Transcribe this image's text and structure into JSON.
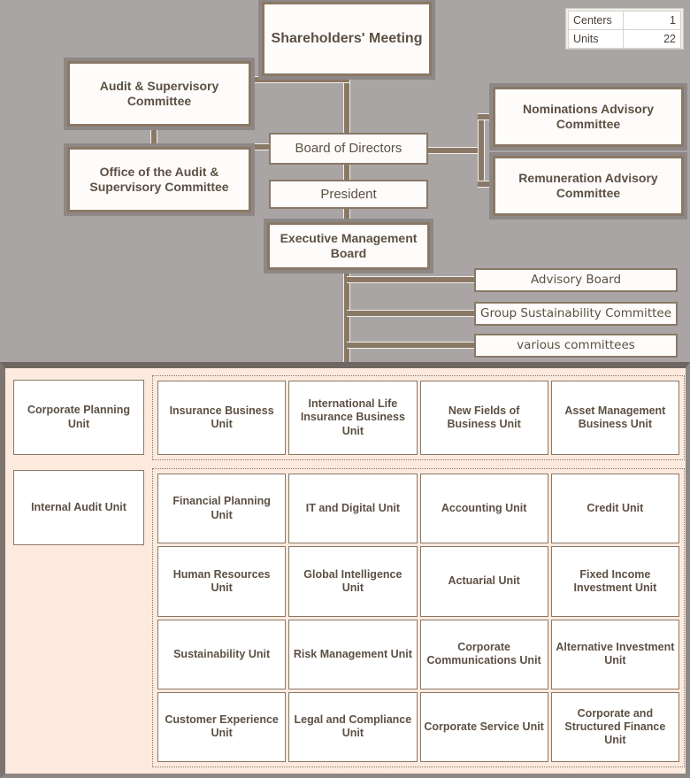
{
  "legend": {
    "rows": [
      {
        "label": "Centers",
        "value": "1"
      },
      {
        "label": "Units",
        "value": "22"
      }
    ]
  },
  "governance": {
    "shareholders_meeting": "Shareholders' Meeting",
    "audit_supervisory_committee": "Audit & Supervisory Committee",
    "office_audit_supervisory_committee": "Office of the Audit & Supervisory Committee",
    "board_of_directors": "Board of Directors",
    "president": "President",
    "executive_management_board": "Executive Management Board",
    "nominations_advisory_committee": "Nominations Advisory Committee",
    "remuneration_advisory_committee": "Remuneration Advisory Committee",
    "advisory_board": "Advisory Board",
    "group_sustainability_committee": "Group Sustainability Committee",
    "various_committees": "various committees"
  },
  "units": {
    "left_column": [
      "Corporate Planning Unit",
      "Internal Audit Unit"
    ],
    "business_units_group": [
      "Insurance Business Unit",
      "International Life Insurance Business Unit",
      "New Fields of Business Unit",
      "Asset Management Business Unit"
    ],
    "functional_units_group": [
      "Financial Planning Unit",
      "IT and Digital Unit",
      "Accounting Unit",
      "Credit Unit",
      "Human Resources Unit",
      "Global Intelligence Unit",
      "Actuarial Unit",
      "Fixed Income Investment Unit",
      "Sustainability Unit",
      "Risk Management Unit",
      "Corporate Communications Unit",
      "Alternative Investment Unit",
      "Customer Experience Unit",
      "Legal and Compliance Unit",
      "Corporate Service Unit",
      "Corporate and Structured Finance Unit"
    ]
  },
  "colors": {
    "background": "#a9a5a5",
    "panel": "#fdeadf",
    "border": "#8a7866",
    "text": "#5c5043",
    "node_fill": "#fdfcfa"
  }
}
